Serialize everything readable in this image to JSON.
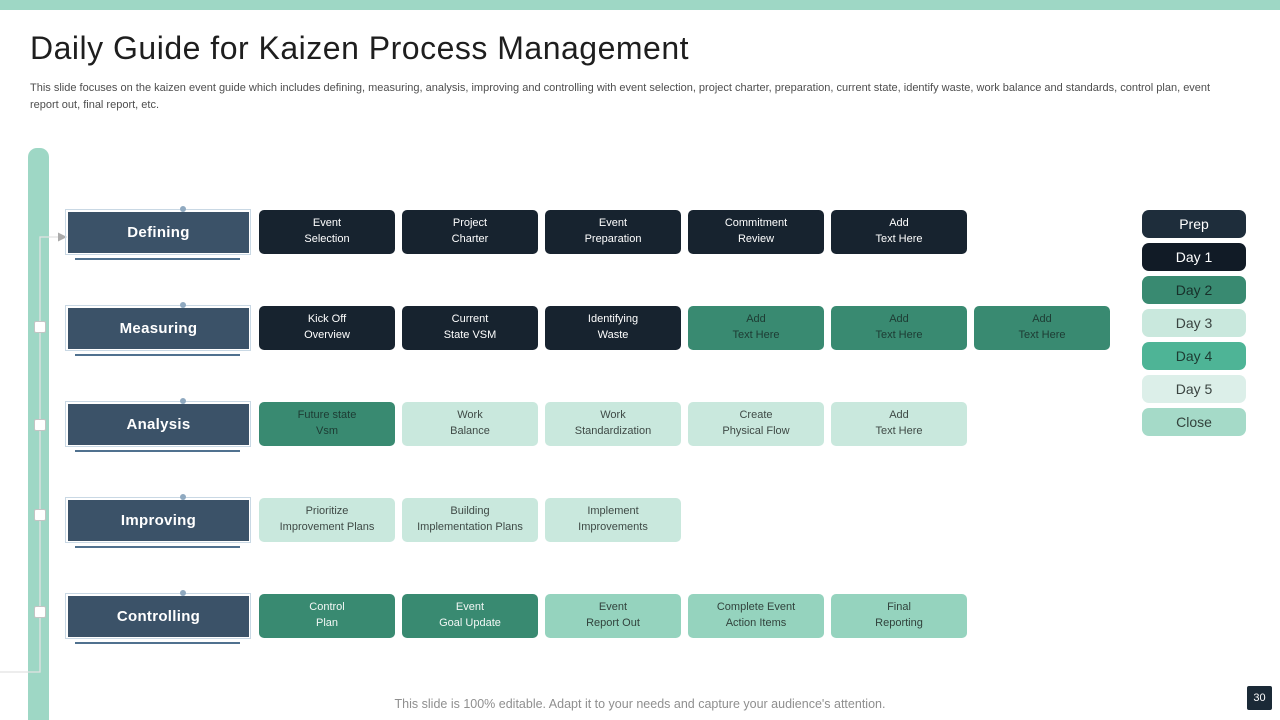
{
  "slide": {
    "title": "Daily Guide for Kaizen Process Management",
    "subtitle": "This slide focuses on the kaizen event guide  which includes defining, measuring, analysis, improving and controlling with event selection, project charter, preparation, current state, identify waste, work balance and standards, control plan, event report out, final report, etc.",
    "footer_note": "This slide is 100% editable. Adapt it to your needs and capture your audience's attention.",
    "page_number": "30"
  },
  "colors": {
    "accent_mint": "#9ed7c5",
    "dark_navy": "#17232f",
    "slate_label": "#3b5268",
    "teal_green": "#398a71",
    "light_mint": "#c9e8dd",
    "medium_mint": "#95d3be",
    "day4_green": "#4eb496",
    "page_badge_bg": "#1b2a37"
  },
  "rows": [
    {
      "label": "Defining",
      "steps": [
        {
          "label": "Event\nSelection",
          "variant": "dark"
        },
        {
          "label": "Project\nCharter",
          "variant": "dark"
        },
        {
          "label": "Event\nPreparation",
          "variant": "dark"
        },
        {
          "label": "Commitment\nReview",
          "variant": "dark"
        },
        {
          "label": "Add\nText Here",
          "variant": "dark"
        }
      ]
    },
    {
      "label": "Measuring",
      "steps": [
        {
          "label": "Kick Off\nOverview",
          "variant": "dark"
        },
        {
          "label": "Current\nState VSM",
          "variant": "dark"
        },
        {
          "label": "Identifying\nWaste",
          "variant": "dark"
        },
        {
          "label": "Add\nText Here",
          "variant": "teal"
        },
        {
          "label": "Add\nText Here",
          "variant": "teal"
        },
        {
          "label": "Add\nText Here",
          "variant": "teal"
        }
      ]
    },
    {
      "label": "Analysis",
      "steps": [
        {
          "label": "Future state\nVsm",
          "variant": "teal"
        },
        {
          "label": "Work\nBalance",
          "variant": "mint"
        },
        {
          "label": "Work\nStandardization",
          "variant": "mint"
        },
        {
          "label": "Create\nPhysical Flow",
          "variant": "mint"
        },
        {
          "label": "Add\nText Here",
          "variant": "mint"
        }
      ]
    },
    {
      "label": "Improving",
      "steps": [
        {
          "label": "Prioritize\nImprovement Plans",
          "variant": "mint"
        },
        {
          "label": "Building\nImplementation Plans",
          "variant": "mint"
        },
        {
          "label": "Implement\nImprovements",
          "variant": "mint"
        }
      ]
    },
    {
      "label": "Controlling",
      "steps": [
        {
          "label": "Control\nPlan",
          "variant": "tealw"
        },
        {
          "label": "Event\nGoal Update",
          "variant": "tealw"
        },
        {
          "label": "Event\nReport Out",
          "variant": "mint2"
        },
        {
          "label": "Complete Event\nAction Items",
          "variant": "mint2"
        },
        {
          "label": "Final\nReporting",
          "variant": "mint2"
        }
      ]
    }
  ],
  "day_buttons": [
    {
      "label": "Prep",
      "variant": "navy"
    },
    {
      "label": "Day 1",
      "variant": "black"
    },
    {
      "label": "Day 2",
      "variant": "teal"
    },
    {
      "label": "Day 3",
      "variant": "mint"
    },
    {
      "label": "Day 4",
      "variant": "green"
    },
    {
      "label": "Day 5",
      "variant": "pale"
    },
    {
      "label": "Close",
      "variant": "mint2"
    }
  ]
}
